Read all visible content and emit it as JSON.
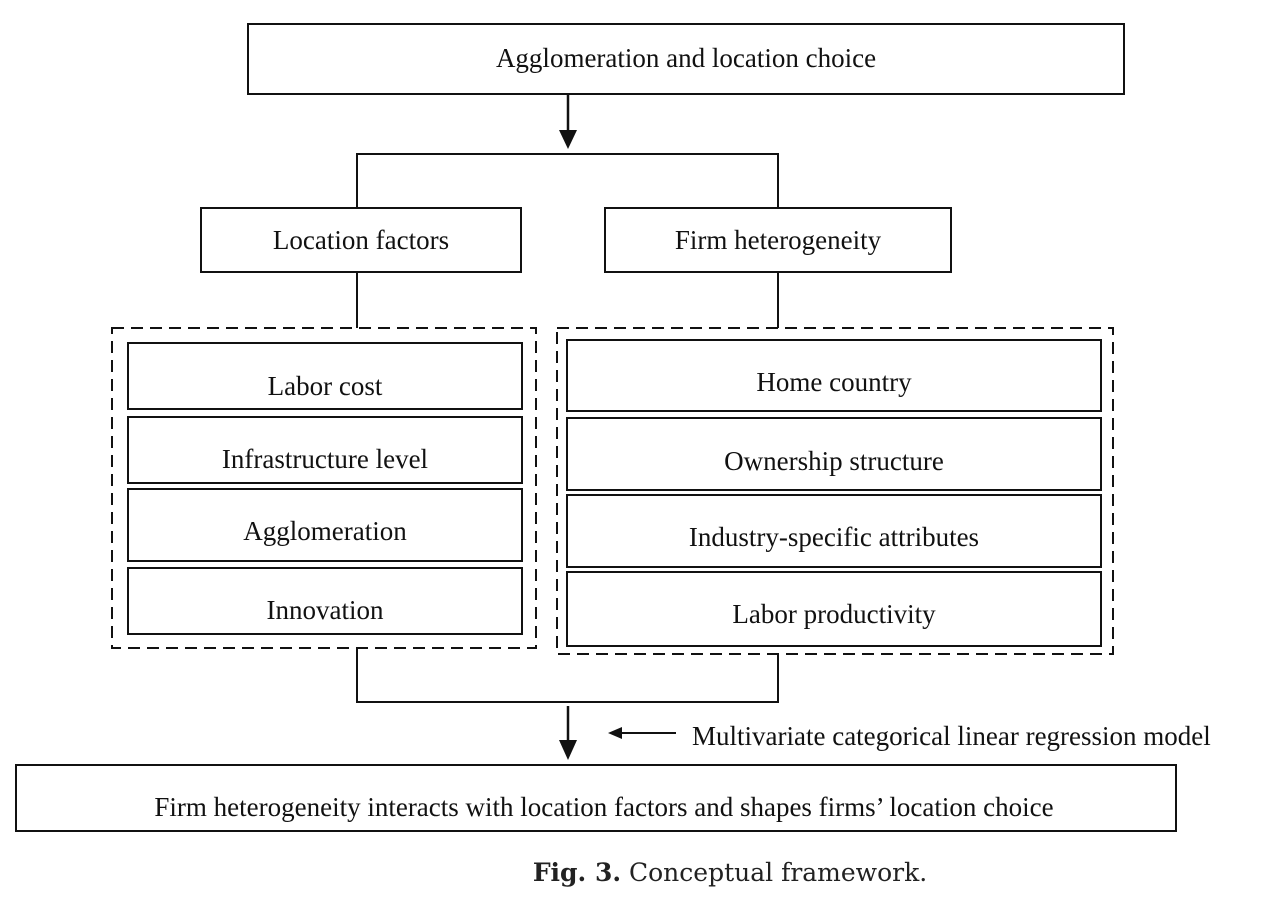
{
  "nodes": {
    "top": "Agglomeration and location choice",
    "location_factors": "Location factors",
    "firm_heterogeneity": "Firm heterogeneity",
    "left_items": [
      "Labor cost",
      "Infrastructure level",
      "Agglomeration",
      "Innovation"
    ],
    "right_items": [
      "Home country",
      "Ownership structure",
      "Industry-specific attributes",
      "Labor productivity"
    ],
    "outcome": "Firm heterogeneity interacts with location factors and shapes firms’ location choice"
  },
  "annotation": "Multivariate categorical linear regression model",
  "caption": {
    "label": "Fig. 3.",
    "text": "Conceptual framework."
  }
}
